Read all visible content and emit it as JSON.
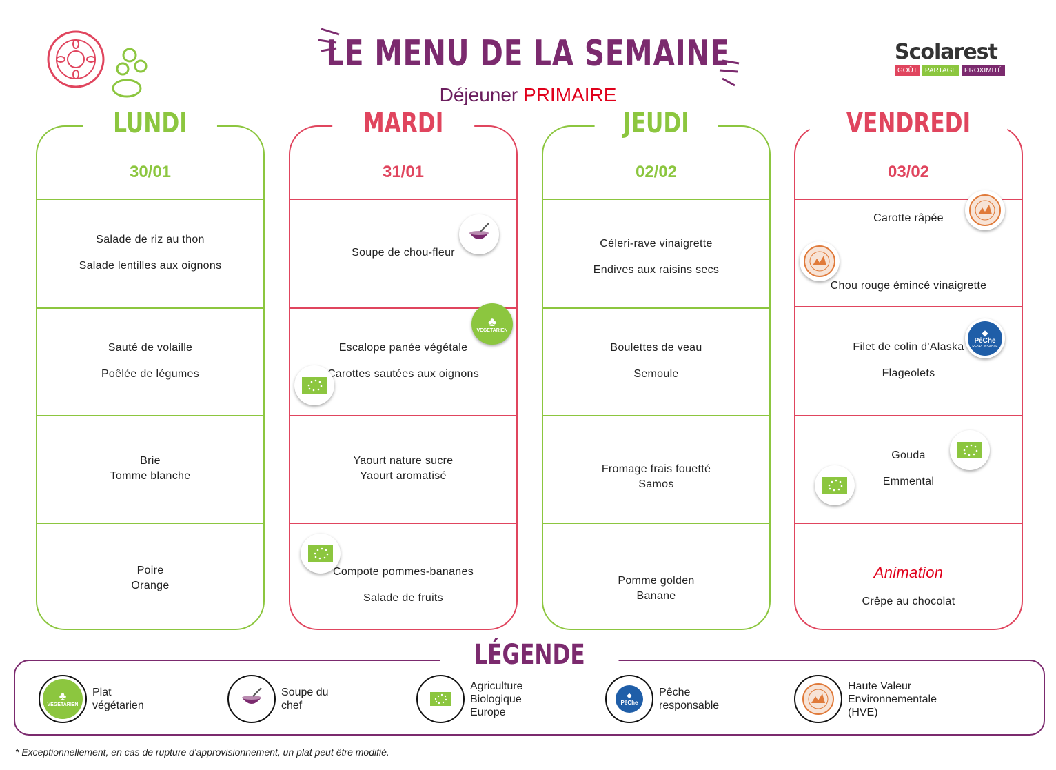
{
  "header": {
    "title": "LE MENU DE LA SEMAINE",
    "subtitle_prefix": "Déjeuner",
    "subtitle_highlight": "PRIMAIRE"
  },
  "logo": {
    "name": "Scolarest",
    "tags": [
      "GOÛT",
      "PARTAGE",
      "PROXIMITÉ"
    ]
  },
  "days": [
    {
      "name": "LUNDI",
      "date": "30/01",
      "rows": [
        [
          "Salade de riz au thon",
          "Salade lentilles aux oignons"
        ],
        [
          "Sauté de volaille",
          "Poêlée de légumes"
        ],
        [
          "Brie",
          "Tomme blanche"
        ],
        [
          "Poire",
          "Orange"
        ]
      ]
    },
    {
      "name": "MARDI",
      "date": "31/01",
      "rows": [
        [
          "Soupe de chou-fleur"
        ],
        [
          "Escalope panée végétale",
          "Carottes sautées aux oignons"
        ],
        [
          "Yaourt nature sucre",
          "Yaourt aromatisé"
        ],
        [
          "Compote pommes-bananes",
          "Salade de fruits"
        ]
      ]
    },
    {
      "name": "JEUDI",
      "date": "02/02",
      "rows": [
        [
          "Céleri-rave vinaigrette",
          "Endives aux raisins secs"
        ],
        [
          "Boulettes de veau",
          "Semoule"
        ],
        [
          "Fromage frais fouetté",
          "Samos"
        ],
        [
          "Pomme golden",
          "Banane"
        ]
      ]
    },
    {
      "name": "VENDREDI",
      "date": "03/02",
      "rows": [
        [
          "Carotte râpée",
          "Chou rouge émincé vinaigrette"
        ],
        [
          "Filet de colin d'Alaska",
          "Flageolets"
        ],
        [
          "Gouda",
          "Emmental"
        ],
        [
          "Animation",
          "Crêpe au chocolat"
        ]
      ]
    }
  ],
  "badges": {
    "veg_text": "VEGETARIEN",
    "peche_text": "PêChe",
    "peche_sub": "RESPONSABLE"
  },
  "legend": {
    "title": "LÉGENDE",
    "items": [
      {
        "l1": "Plat",
        "l2": "végétarien",
        "l3": ""
      },
      {
        "l1": "Soupe du",
        "l2": "chef",
        "l3": ""
      },
      {
        "l1": "Agriculture",
        "l2": "Biologique",
        "l3": "Europe"
      },
      {
        "l1": "Pêche",
        "l2": "responsable",
        "l3": ""
      },
      {
        "l1": "Haute Valeur",
        "l2": "Environnementale",
        "l3": "(HVE)"
      }
    ]
  },
  "footnote": "* Exceptionnellement, en cas de rupture d'approvisionnement, un plat peut être modifié.",
  "colors": {
    "green": "#8cc63f",
    "pink": "#e0455e",
    "purple": "#7b2a6e",
    "red": "#e0001b"
  }
}
